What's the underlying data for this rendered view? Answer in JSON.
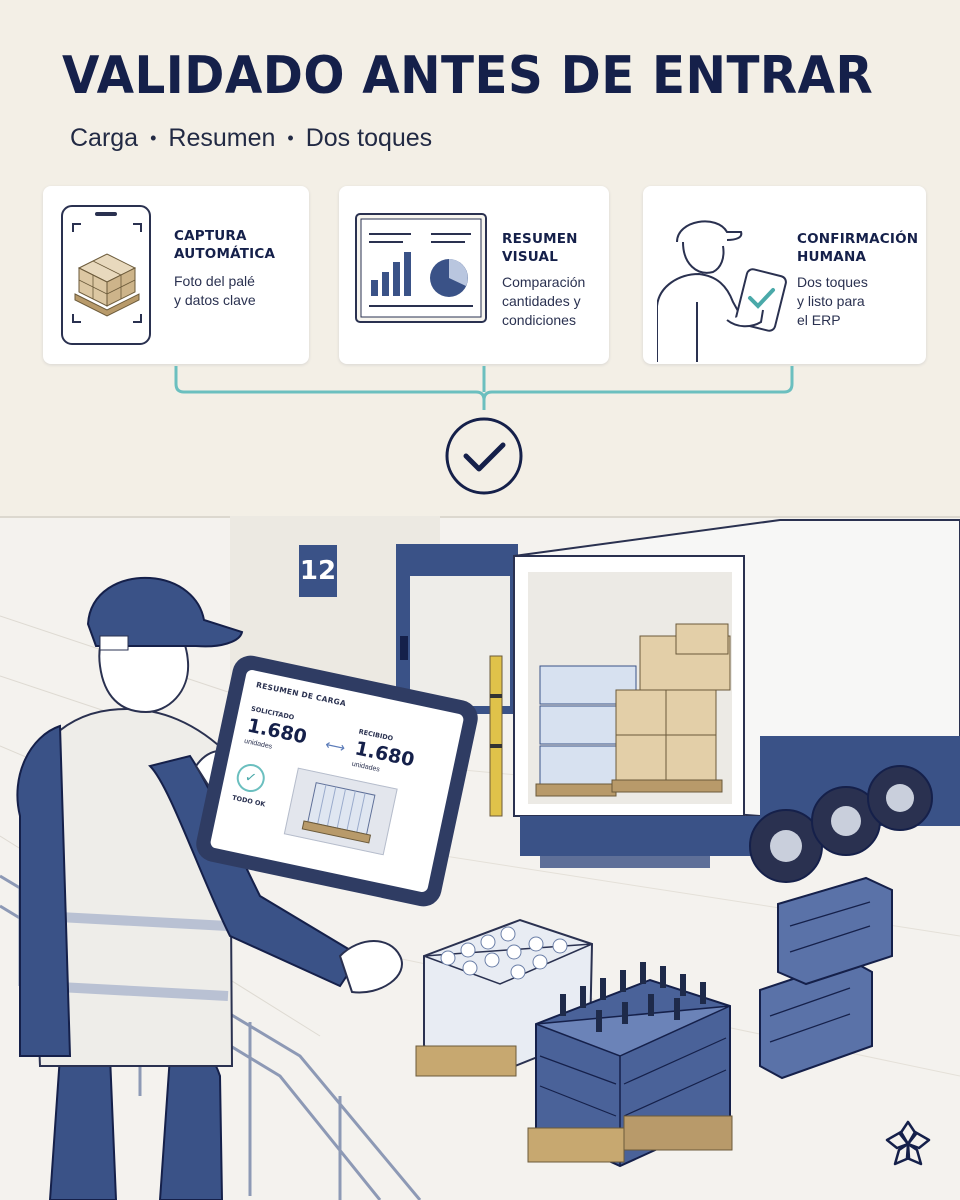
{
  "headline": "VALIDADO ANTES DE ENTRAR",
  "subtitle": {
    "items": [
      "Carga",
      "Resumen",
      "Dos toques"
    ],
    "separator": "•"
  },
  "cards": [
    {
      "title": "CAPTURA\nAUTOMÁTICA",
      "description": "Foto del palé\ny datos clave",
      "icon": "phone-pallet-icon"
    },
    {
      "title": "RESUMEN\nVISUAL",
      "description": "Comparación\ncantidades y\ncondiciones",
      "icon": "report-chart-icon"
    },
    {
      "title": "CONFIRMACIÓN\nHUMANA",
      "description": "Dos toques\ny listo para\nel ERP",
      "icon": "worker-tablet-icon"
    }
  ],
  "validation_icon": "check-circle-icon",
  "scene": {
    "dock_number": "12",
    "tablet": {
      "title": "RESUMEN DE CARGA",
      "requested_label": "SOLICITADO",
      "requested_value": "1.680",
      "requested_unit": "unidades",
      "received_label": "RECIBIDO",
      "received_value": "1.680",
      "received_unit": "unidades",
      "compare_icon": "double-arrow-icon",
      "status_label": "TODO OK",
      "status_icon": "check-icon"
    }
  },
  "colors": {
    "background": "#f3efe6",
    "navy": "#15204a",
    "accent_teal": "#6bbfbf",
    "blue": "#3a5287"
  },
  "logo_icon": "flower-logo-icon"
}
